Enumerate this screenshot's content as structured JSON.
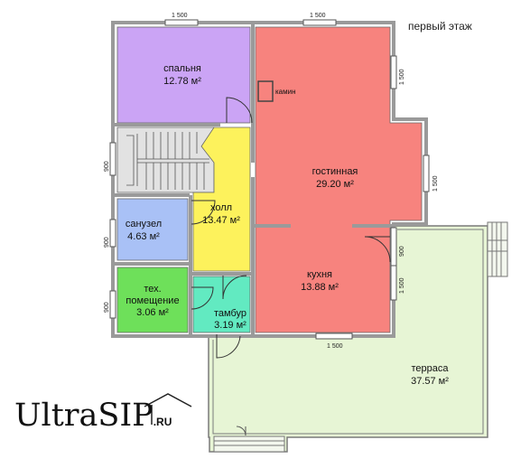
{
  "floor_title": "первый этаж",
  "rooms": {
    "bedroom": {
      "name": "спальня",
      "area": "12.78 м²"
    },
    "living": {
      "name": "гостинная",
      "area": "29.20 м²"
    },
    "hall": {
      "name": "холл",
      "area": "13.47 м²"
    },
    "bathroom": {
      "name": "санузел",
      "area": "4.63 м²"
    },
    "kitchen": {
      "name": "кухня",
      "area": "13.88 м²"
    },
    "tech_room": {
      "name_line1": "тех.",
      "name_line2": "помещение",
      "area": "3.06 м²"
    },
    "vestibule": {
      "name": "тамбур",
      "area": "3.19 м²"
    },
    "terrace": {
      "name": "терраса",
      "area": "37.57 м²"
    },
    "fireplace_label": "камин"
  },
  "dimensions": {
    "top_left_window": "1 500",
    "top_right_window": "1 500",
    "right_upper_window": "1 500",
    "right_middle_window": "1 500",
    "kitchen_right_window": "1 500",
    "kitchen_bottom_window": "1 500",
    "left_stairs_window": "900",
    "left_bath_window": "900",
    "left_tech_window": "900",
    "terrace_door": "900"
  },
  "colors": {
    "bedroom": "#cba4f5",
    "living_kitchen": "#f7837e",
    "hall": "#fdf25c",
    "bathroom": "#a9c1f6",
    "tech_room": "#6ee05a",
    "vestibule": "#62eac1",
    "terrace": "#e7f5d5",
    "stairs_bg": "#e2e2e2"
  },
  "logo": {
    "main": "UltraSIP",
    "suffix": ".RU"
  }
}
